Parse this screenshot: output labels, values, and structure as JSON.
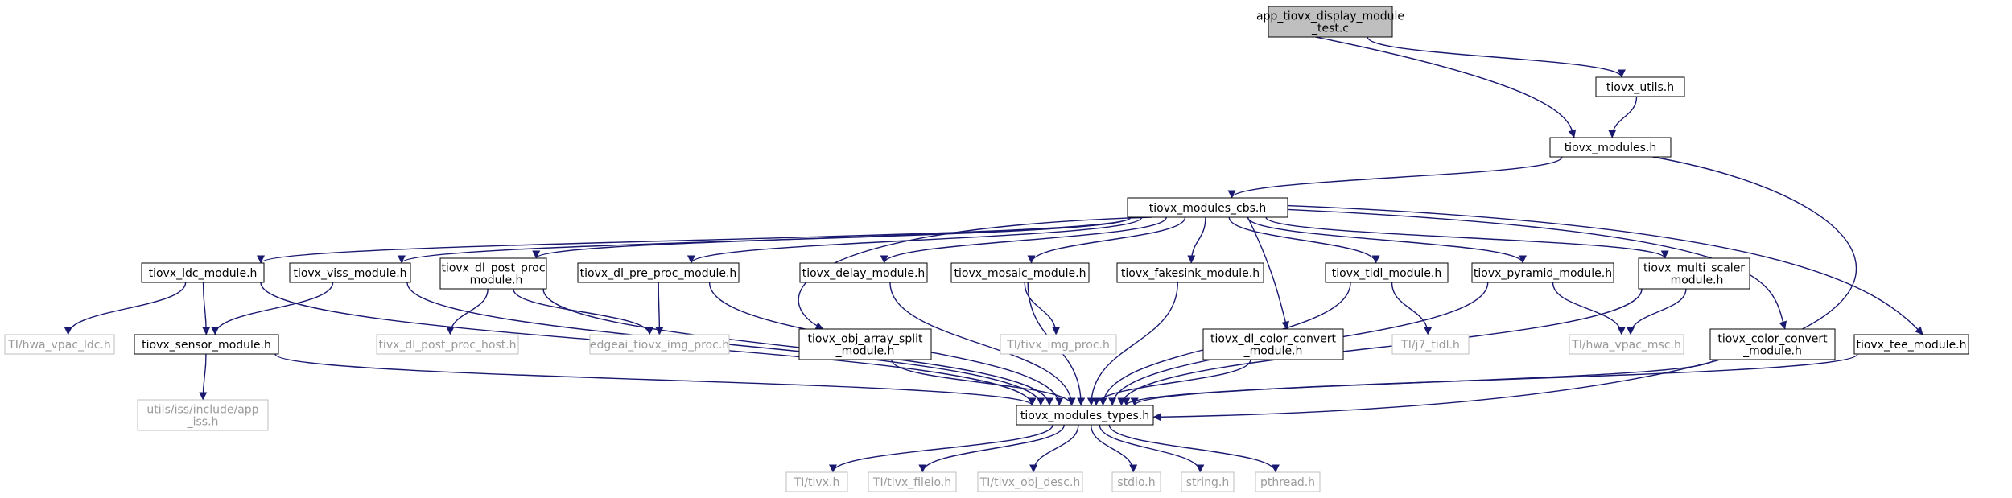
{
  "colors": {
    "edge": "#191970",
    "node_border": "#000000",
    "missing_border": "#bfbfbf",
    "root_fill": "#bfbfbf",
    "node_fill": "#ffffff"
  },
  "nodes": {
    "app": {
      "lines": [
        "app_tiovx_display_module",
        "_test.c"
      ]
    },
    "utils": {
      "lines": [
        "tiovx_utils.h"
      ]
    },
    "modules": {
      "lines": [
        "tiovx_modules.h"
      ]
    },
    "cbs": {
      "lines": [
        "tiovx_modules_cbs.h"
      ]
    },
    "ldc": {
      "lines": [
        "tiovx_ldc_module.h"
      ]
    },
    "viss": {
      "lines": [
        "tiovx_viss_module.h"
      ]
    },
    "dlpost": {
      "lines": [
        "tiovx_dl_post_proc",
        "_module.h"
      ]
    },
    "dlpre": {
      "lines": [
        "tiovx_dl_pre_proc_module.h"
      ]
    },
    "delay": {
      "lines": [
        "tiovx_delay_module.h"
      ]
    },
    "mosaic": {
      "lines": [
        "tiovx_mosaic_module.h"
      ]
    },
    "fakesink": {
      "lines": [
        "tiovx_fakesink_module.h"
      ]
    },
    "tidl": {
      "lines": [
        "tiovx_tidl_module.h"
      ]
    },
    "pyramid": {
      "lines": [
        "tiovx_pyramid_module.h"
      ]
    },
    "multiscaler": {
      "lines": [
        "tiovx_multi_scaler",
        "_module.h"
      ]
    },
    "objarray": {
      "lines": [
        "tiovx_obj_array_split",
        "_module.h"
      ]
    },
    "dlcolor": {
      "lines": [
        "tiovx_dl_color_convert",
        "_module.h"
      ]
    },
    "colorconv": {
      "lines": [
        "tiovx_color_convert",
        "_module.h"
      ]
    },
    "tee": {
      "lines": [
        "tiovx_tee_module.h"
      ]
    },
    "hwaldc": {
      "lines": [
        "TI/hwa_vpac_ldc.h"
      ]
    },
    "sensor": {
      "lines": [
        "tiovx_sensor_module.h"
      ]
    },
    "posthost": {
      "lines": [
        "tivx_dl_post_proc_host.h"
      ]
    },
    "edgeai": {
      "lines": [
        "edgeai_tiovx_img_proc.h"
      ]
    },
    "imgproc": {
      "lines": [
        "TI/tivx_img_proc.h"
      ]
    },
    "j7tidl": {
      "lines": [
        "TI/j7_tidl.h"
      ]
    },
    "vpacmsc": {
      "lines": [
        "TI/hwa_vpac_msc.h"
      ]
    },
    "appiss": {
      "lines": [
        "utils/iss/include/app",
        "_iss.h"
      ]
    },
    "types": {
      "lines": [
        "tiovx_modules_types.h"
      ]
    },
    "tivx": {
      "lines": [
        "TI/tivx.h"
      ]
    },
    "fileio": {
      "lines": [
        "TI/tivx_fileio.h"
      ]
    },
    "objdesc": {
      "lines": [
        "TI/tivx_obj_desc.h"
      ]
    },
    "stdio": {
      "lines": [
        "stdio.h"
      ]
    },
    "string": {
      "lines": [
        "string.h"
      ]
    },
    "pthread": {
      "lines": [
        "pthread.h"
      ]
    }
  },
  "edges": [
    [
      "app",
      "utils"
    ],
    [
      "app",
      "modules"
    ],
    [
      "utils",
      "modules"
    ],
    [
      "modules",
      "cbs"
    ],
    [
      "modules",
      "types"
    ],
    [
      "cbs",
      "ldc"
    ],
    [
      "cbs",
      "viss"
    ],
    [
      "cbs",
      "dlpost"
    ],
    [
      "cbs",
      "dlpre"
    ],
    [
      "cbs",
      "delay"
    ],
    [
      "cbs",
      "mosaic"
    ],
    [
      "cbs",
      "fakesink"
    ],
    [
      "cbs",
      "tidl"
    ],
    [
      "cbs",
      "pyramid"
    ],
    [
      "cbs",
      "multiscaler"
    ],
    [
      "cbs",
      "objarray"
    ],
    [
      "cbs",
      "dlcolor"
    ],
    [
      "cbs",
      "colorconv"
    ],
    [
      "cbs",
      "tee"
    ],
    [
      "ldc",
      "hwaldc"
    ],
    [
      "ldc",
      "sensor"
    ],
    [
      "ldc",
      "types"
    ],
    [
      "viss",
      "sensor"
    ],
    [
      "viss",
      "types"
    ],
    [
      "dlpost",
      "posthost"
    ],
    [
      "dlpost",
      "edgeai"
    ],
    [
      "dlpost",
      "types"
    ],
    [
      "dlpre",
      "edgeai"
    ],
    [
      "dlpre",
      "types"
    ],
    [
      "delay",
      "types"
    ],
    [
      "mosaic",
      "imgproc"
    ],
    [
      "mosaic",
      "types"
    ],
    [
      "fakesink",
      "types"
    ],
    [
      "tidl",
      "j7tidl"
    ],
    [
      "tidl",
      "types"
    ],
    [
      "pyramid",
      "vpacmsc"
    ],
    [
      "pyramid",
      "types"
    ],
    [
      "multiscaler",
      "vpacmsc"
    ],
    [
      "multiscaler",
      "types"
    ],
    [
      "objarray",
      "types"
    ],
    [
      "dlcolor",
      "types"
    ],
    [
      "colorconv",
      "types"
    ],
    [
      "tee",
      "types"
    ],
    [
      "sensor",
      "appiss"
    ],
    [
      "sensor",
      "types"
    ],
    [
      "types",
      "tivx"
    ],
    [
      "types",
      "fileio"
    ],
    [
      "types",
      "objdesc"
    ],
    [
      "types",
      "stdio"
    ],
    [
      "types",
      "string"
    ],
    [
      "types",
      "pthread"
    ]
  ]
}
